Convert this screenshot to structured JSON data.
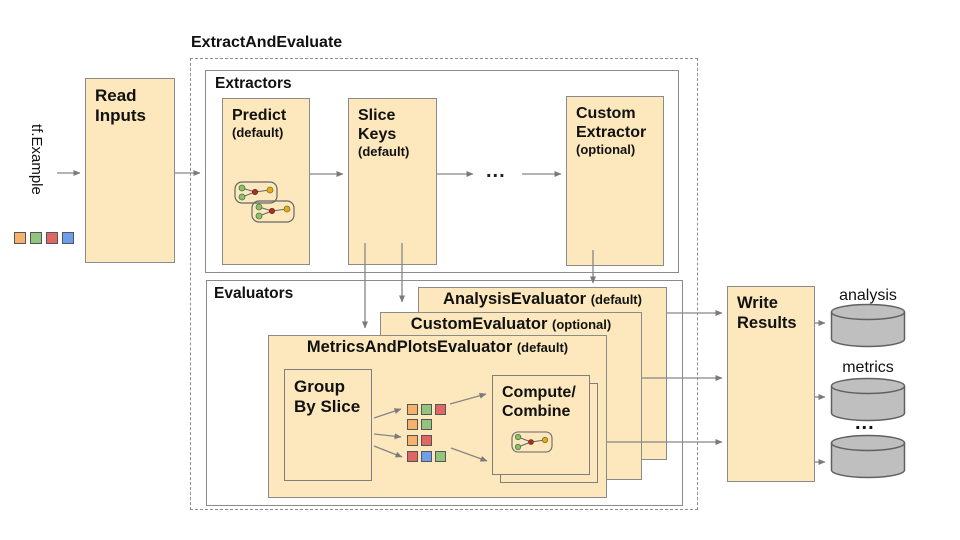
{
  "title": "ExtractAndEvaluate",
  "input": {
    "label": "tf.Example"
  },
  "read_inputs": {
    "label": "Read Inputs"
  },
  "extractors": {
    "section_label": "Extractors",
    "predict": {
      "title": "Predict",
      "sub": "(default)"
    },
    "slice_keys": {
      "title": "Slice Keys",
      "sub": "(default)"
    },
    "ellipsis": "...",
    "custom_extractor": {
      "title": "Custom Extractor",
      "sub": "(optional)"
    }
  },
  "evaluators": {
    "section_label": "Evaluators",
    "analysis_evaluator": {
      "title": "AnalysisEvaluator",
      "sub": "(default)"
    },
    "custom_evaluator": {
      "title": "CustomEvaluator",
      "sub": "(optional)"
    },
    "metrics_and_plots_evaluator": {
      "title": "MetricsAndPlotsEvaluator",
      "sub": "(default)"
    },
    "group_by_slice": {
      "line1": "Group",
      "line2": "By Slice"
    },
    "compute_combine": {
      "line1": "Compute/",
      "line2": "Combine"
    }
  },
  "write_results": {
    "label": "Write Results"
  },
  "outputs": [
    {
      "label": "analysis"
    },
    {
      "label": "metrics"
    },
    {
      "label": "..."
    }
  ],
  "slices": {
    "input_row": [
      "orange",
      "green",
      "red",
      "blue"
    ],
    "rows": [
      [
        "orange",
        "green",
        "red"
      ],
      [
        "orange",
        "green"
      ],
      [
        "orange",
        "red"
      ],
      [
        "red",
        "blue",
        "green"
      ]
    ]
  },
  "colors": {
    "orange": "#F6B26B",
    "green": "#93C47D",
    "red": "#E06666",
    "blue": "#6D9EEB",
    "box_fill": "#FCE8BC",
    "box_border": "#8B8B8B",
    "arrow": "#7E7E7E",
    "cylinder_fill": "#BFBFBF",
    "cylinder_border": "#606060"
  }
}
